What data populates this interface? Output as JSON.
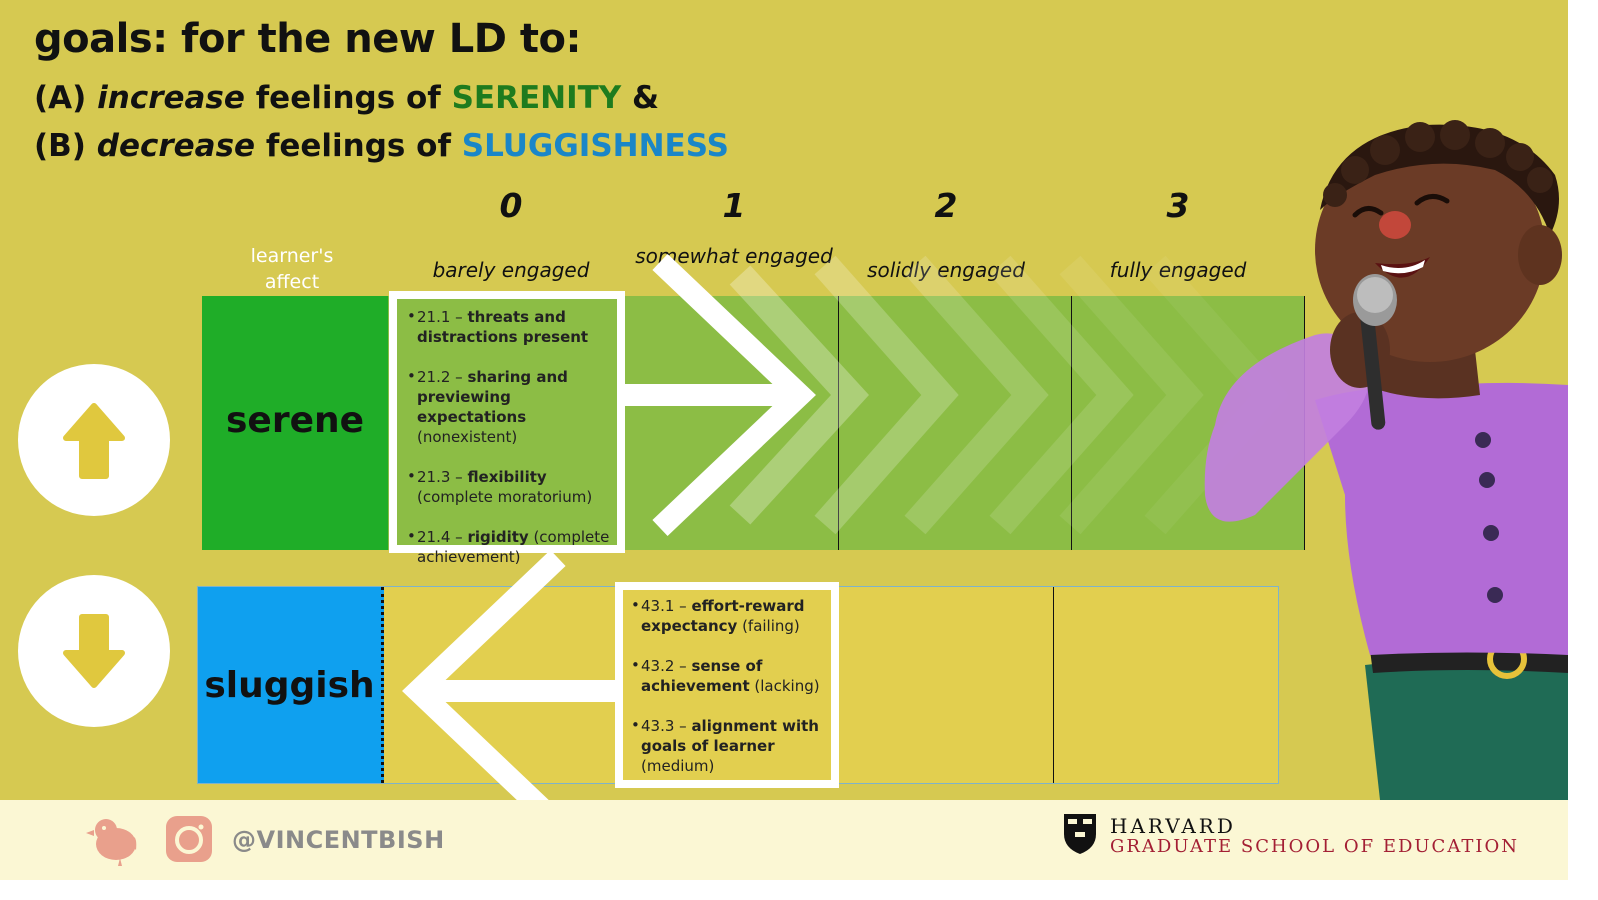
{
  "title": "goals: for the new LD to:",
  "goal_a": {
    "prefix": "(A) ",
    "verb": "increase",
    "mid": " feelings of ",
    "word": "SERENITY",
    "suffix": " &"
  },
  "goal_b": {
    "prefix": "(B) ",
    "verb": "decrease",
    "mid": " feelings of ",
    "word": "SLUGGISHNESS"
  },
  "affect_label": "learner's affect",
  "columns": [
    {
      "num": "0",
      "label": "barely engaged"
    },
    {
      "num": "1",
      "label": "somewhat engaged"
    },
    {
      "num": "2",
      "label": "solidly engaged"
    },
    {
      "num": "3",
      "label": "fully engaged"
    }
  ],
  "rows": {
    "serene": {
      "label": "serene",
      "items": [
        {
          "code": "21.1 – ",
          "bold": "threats and distractions present",
          "rest": ""
        },
        {
          "code": "21.2 – ",
          "bold": "sharing and previewing expectations",
          "rest": " (nonexistent)"
        },
        {
          "code": "21.3 – ",
          "bold": "flexibility",
          "rest": " (complete moratorium)"
        },
        {
          "code": "21.4 – ",
          "bold": "rigidity",
          "rest": " (complete achievement)"
        }
      ]
    },
    "sluggish": {
      "label": "sluggish",
      "items": [
        {
          "code": "43.1 – ",
          "bold": "effort-reward expectancy",
          "rest": " (failing)"
        },
        {
          "code": "43.2 – ",
          "bold": "sense of achievement",
          "rest": " (lacking)"
        },
        {
          "code": "43.3 – ",
          "bold": "alignment with goals of learner",
          "rest": " (medium)"
        }
      ]
    }
  },
  "footer": {
    "handle": "@VINCENTBISH",
    "org_line1": "HARVARD",
    "org_line2": "GRADUATE SCHOOL OF EDUCATION"
  },
  "colors": {
    "background": "#d6c951",
    "serene": "#1fad28",
    "serene_row": "#8cbd45",
    "sluggish": "#0fa0ef",
    "sluggish_row": "#e2cf4f",
    "serenity_text": "#1e7b1e",
    "sluggishness_text": "#1a86c8",
    "harvard_crimson": "#a31f34"
  },
  "icons": [
    "up-arrow-icon",
    "down-arrow-icon",
    "bird-icon",
    "camera-icon",
    "harvard-shield-icon"
  ]
}
